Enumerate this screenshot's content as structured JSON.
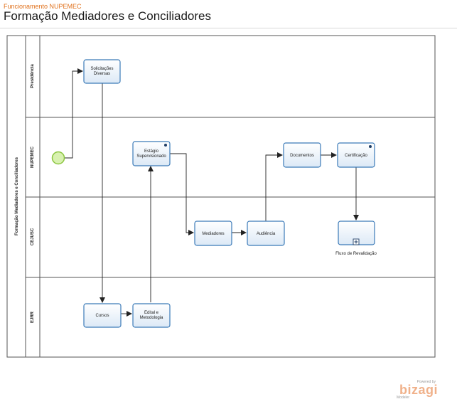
{
  "header": {
    "breadcrumb": "Funcionamento NUPEMEC",
    "title": "Formação Mediadores e Conciliadores"
  },
  "pool": {
    "label": "Formação Mediadores e Conciliadores"
  },
  "lanes": [
    {
      "id": "presidencia",
      "label": "Presidência"
    },
    {
      "id": "nupemec",
      "label": "NUPEMEC"
    },
    {
      "id": "cejusc",
      "label": "CEJUSC"
    },
    {
      "id": "ejrr",
      "label": "EJRR"
    }
  ],
  "tasks": {
    "solicitacoes": [
      "Solicitações",
      "Diversas"
    ],
    "estagio": [
      "Estágio",
      "Supervisionado"
    ],
    "documentos": [
      "Documentos"
    ],
    "certificacao": [
      "Certificação"
    ],
    "mediadores": [
      "Mediadores"
    ],
    "audiencia": [
      "Audiência"
    ],
    "cursos": [
      "Cursos"
    ],
    "edital": [
      "Edital e",
      "Metodologia"
    ]
  },
  "subprocess": {
    "label": "Fluxo de Revalidação"
  },
  "logo": {
    "powered": "Powered by",
    "brand": "bizagi",
    "modeler": "Modeler"
  },
  "colors": {
    "task_fill": "#e8f1fa",
    "task_border": "#3b7ab8",
    "start_fill": "#d8f1b0",
    "start_border": "#8bc53f",
    "accent": "#e0701a"
  }
}
